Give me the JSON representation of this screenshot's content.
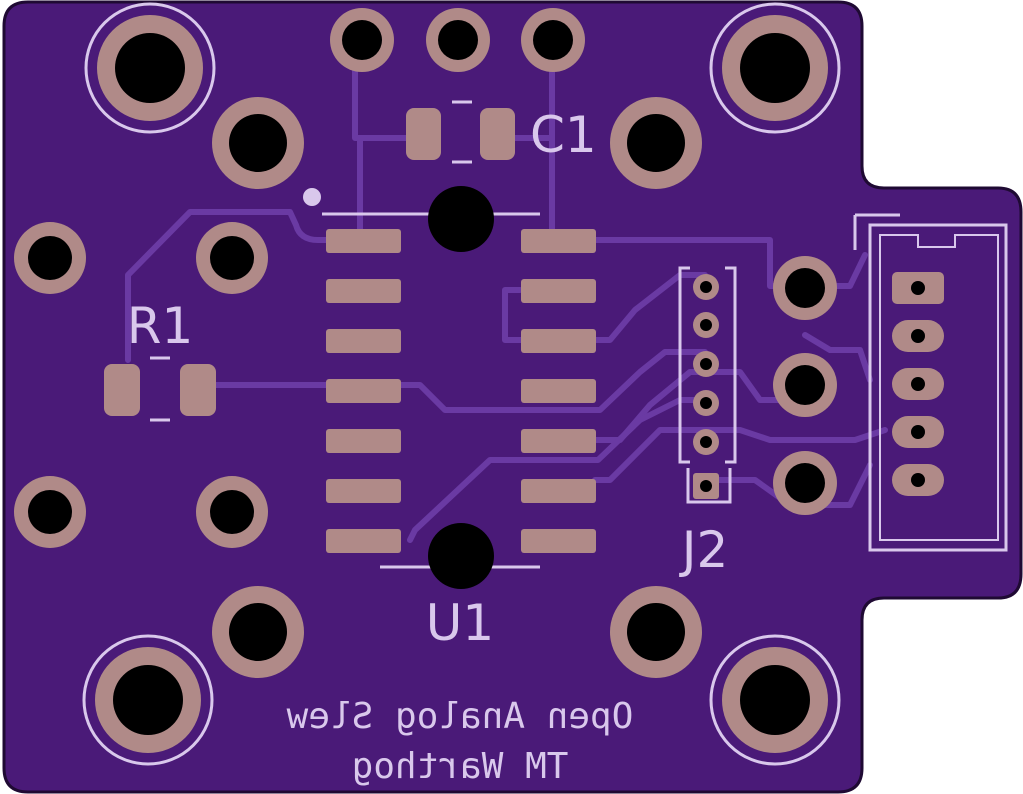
{
  "board": {
    "colors": {
      "board_edge": "#1f0a33",
      "solder_mask": "#4a1a78",
      "trace": "#6a3aa3",
      "copper": "#b08a88",
      "silkscreen": "#d9c8ec",
      "drill": "#000000"
    },
    "labels": {
      "c1": "C1",
      "r1": "R1",
      "u1": "U1",
      "j2": "J2"
    },
    "bottom_text": {
      "line1": "Open Analog Slew",
      "line2": "TM Warthog"
    }
  }
}
